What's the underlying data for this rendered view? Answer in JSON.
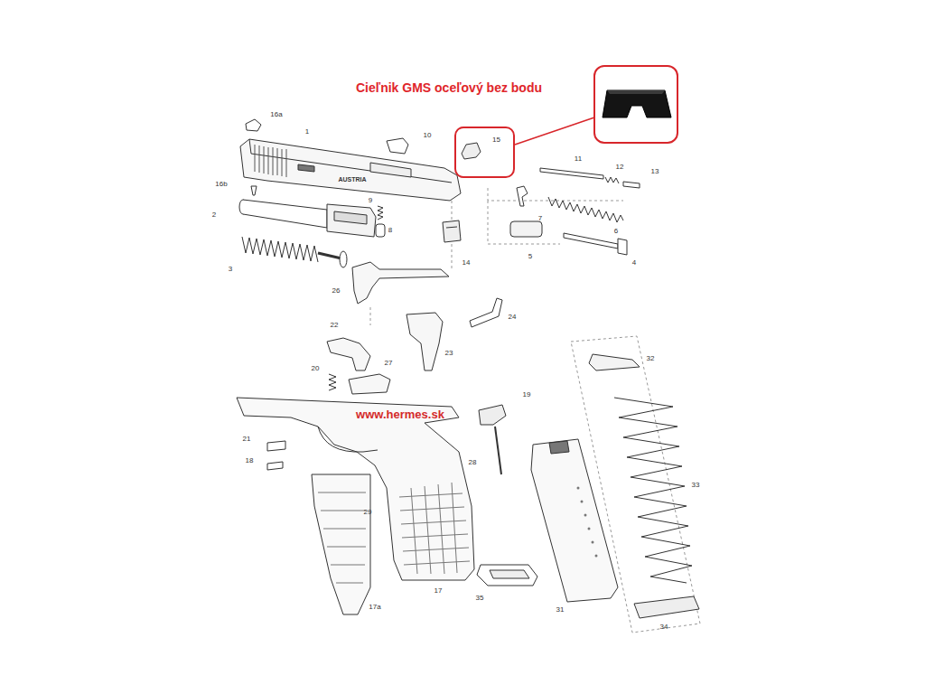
{
  "diagram": {
    "title": "Cieľnik GMS oceľový bez bodu",
    "nodes": [
      {
        "text": [
          "15"
        ]
      }
    ],
    "labels": [
      "16a",
      "1",
      "10",
      "16b",
      "9",
      "2",
      "8",
      "7",
      "11",
      "12",
      "13",
      "6",
      "14",
      "3",
      "5",
      "4",
      "26",
      "24",
      "22",
      "23",
      "20",
      "27",
      "32",
      "19",
      "21",
      "28",
      "18",
      "33",
      "29",
      "17a",
      "17",
      "35",
      "31",
      "34",
      "www.hermes.sk",
      "AUSTRIA"
    ]
  }
}
